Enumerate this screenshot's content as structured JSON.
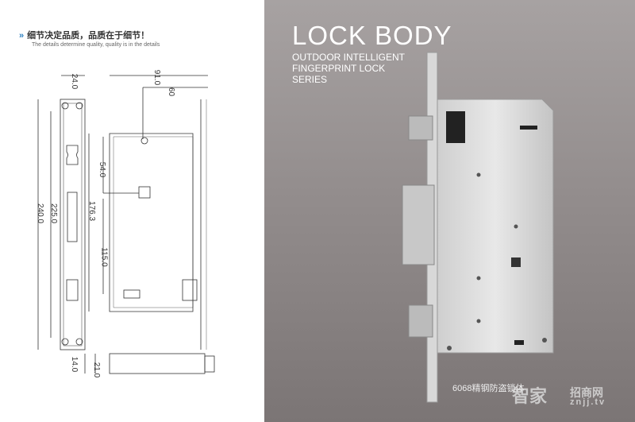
{
  "header": {
    "title_cn": "细节决定品质，品质在于细节！",
    "subtitle_en": "The details determine quality, quality is in the details"
  },
  "dimensions": {
    "d24": "24.0",
    "d91": "91.0",
    "d60": "60",
    "d54": "54.0",
    "d176": "176.3",
    "d225": "225.0",
    "d240": "240.0",
    "d115": "115.0",
    "d14": "14.0",
    "d21": "21.0"
  },
  "product": {
    "title": "LOCK BODY",
    "subtitle_lines": [
      "OUTDOOR INTELLIGENT",
      "FINGERPRINT LOCK",
      "SERIES"
    ],
    "caption": "6068精钢防盗锁体"
  },
  "watermark": {
    "cn": "智家",
    "cn2": "招商网",
    "domain": "znjj.tv"
  },
  "colors": {
    "accent": "#2a7fc0",
    "background_right": "#918b8b"
  }
}
